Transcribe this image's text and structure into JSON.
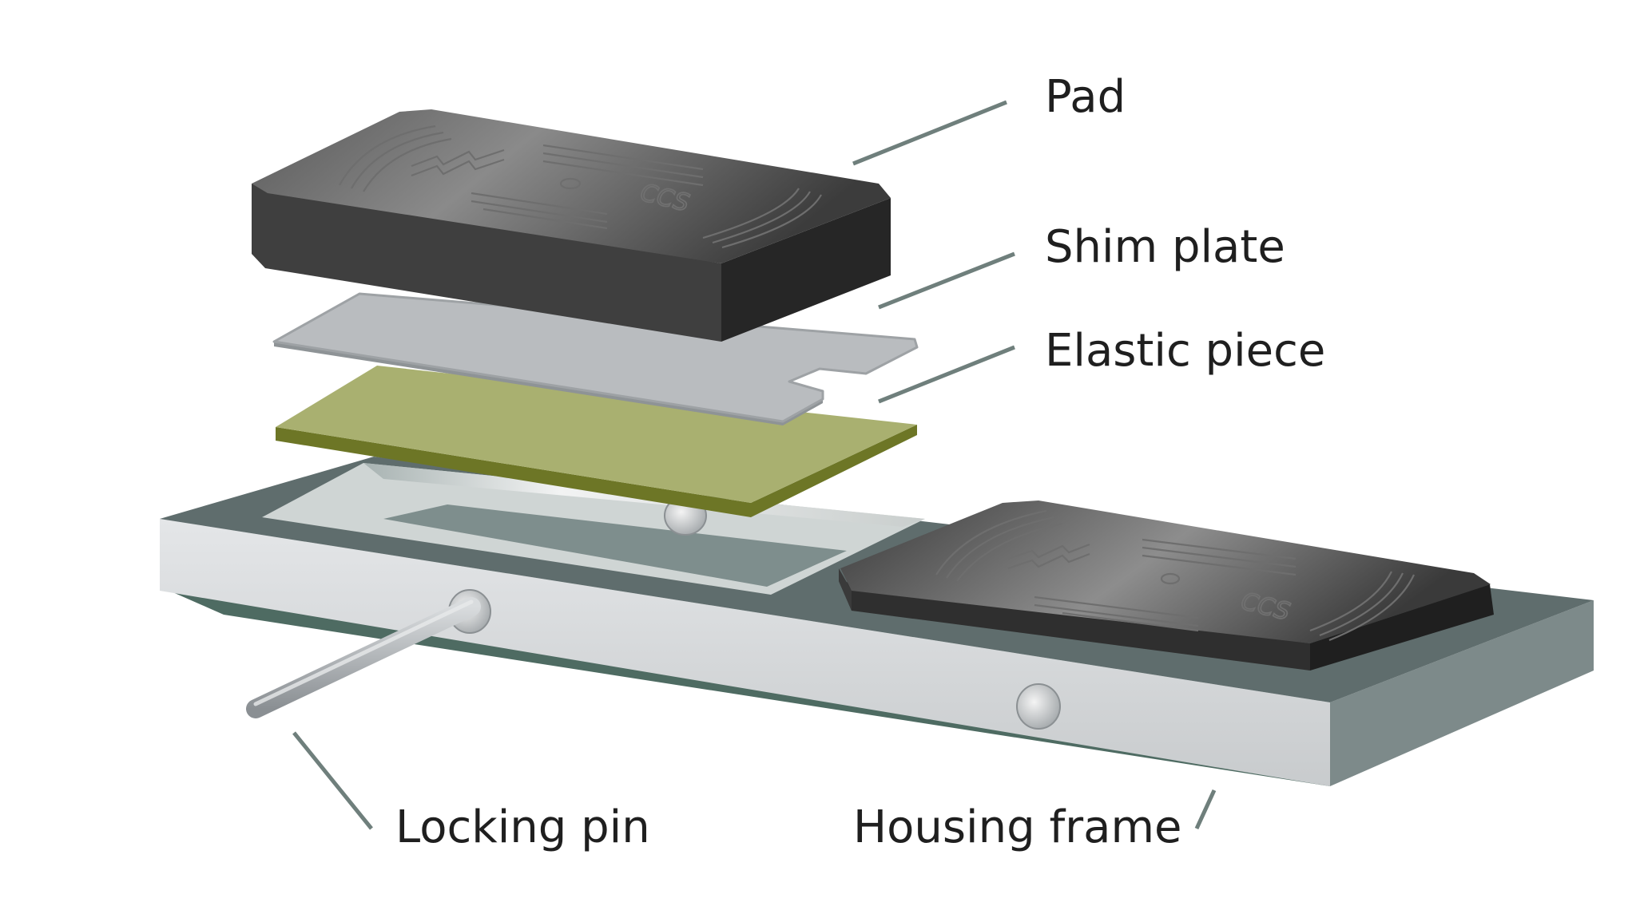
{
  "labels": {
    "pad": "Pad",
    "shim_plate": "Shim plate",
    "elastic_piece": "Elastic piece",
    "locking_pin": "Locking pin",
    "housing_frame": "Housing frame"
  },
  "logo_text": "CCS",
  "colors": {
    "pad_top": "#4a4a4a",
    "pad_side": "#2e2e2e",
    "shim": "#b9bcbf",
    "elastic_top": "#a9b070",
    "elastic_edge": "#6d7626",
    "frame_top": "#5f6d6d",
    "frame_front": "#d6d8da",
    "frame_end": "#7d8a8a",
    "frame_bottom": "#4e6b62",
    "leader": "#6f7f7c"
  }
}
